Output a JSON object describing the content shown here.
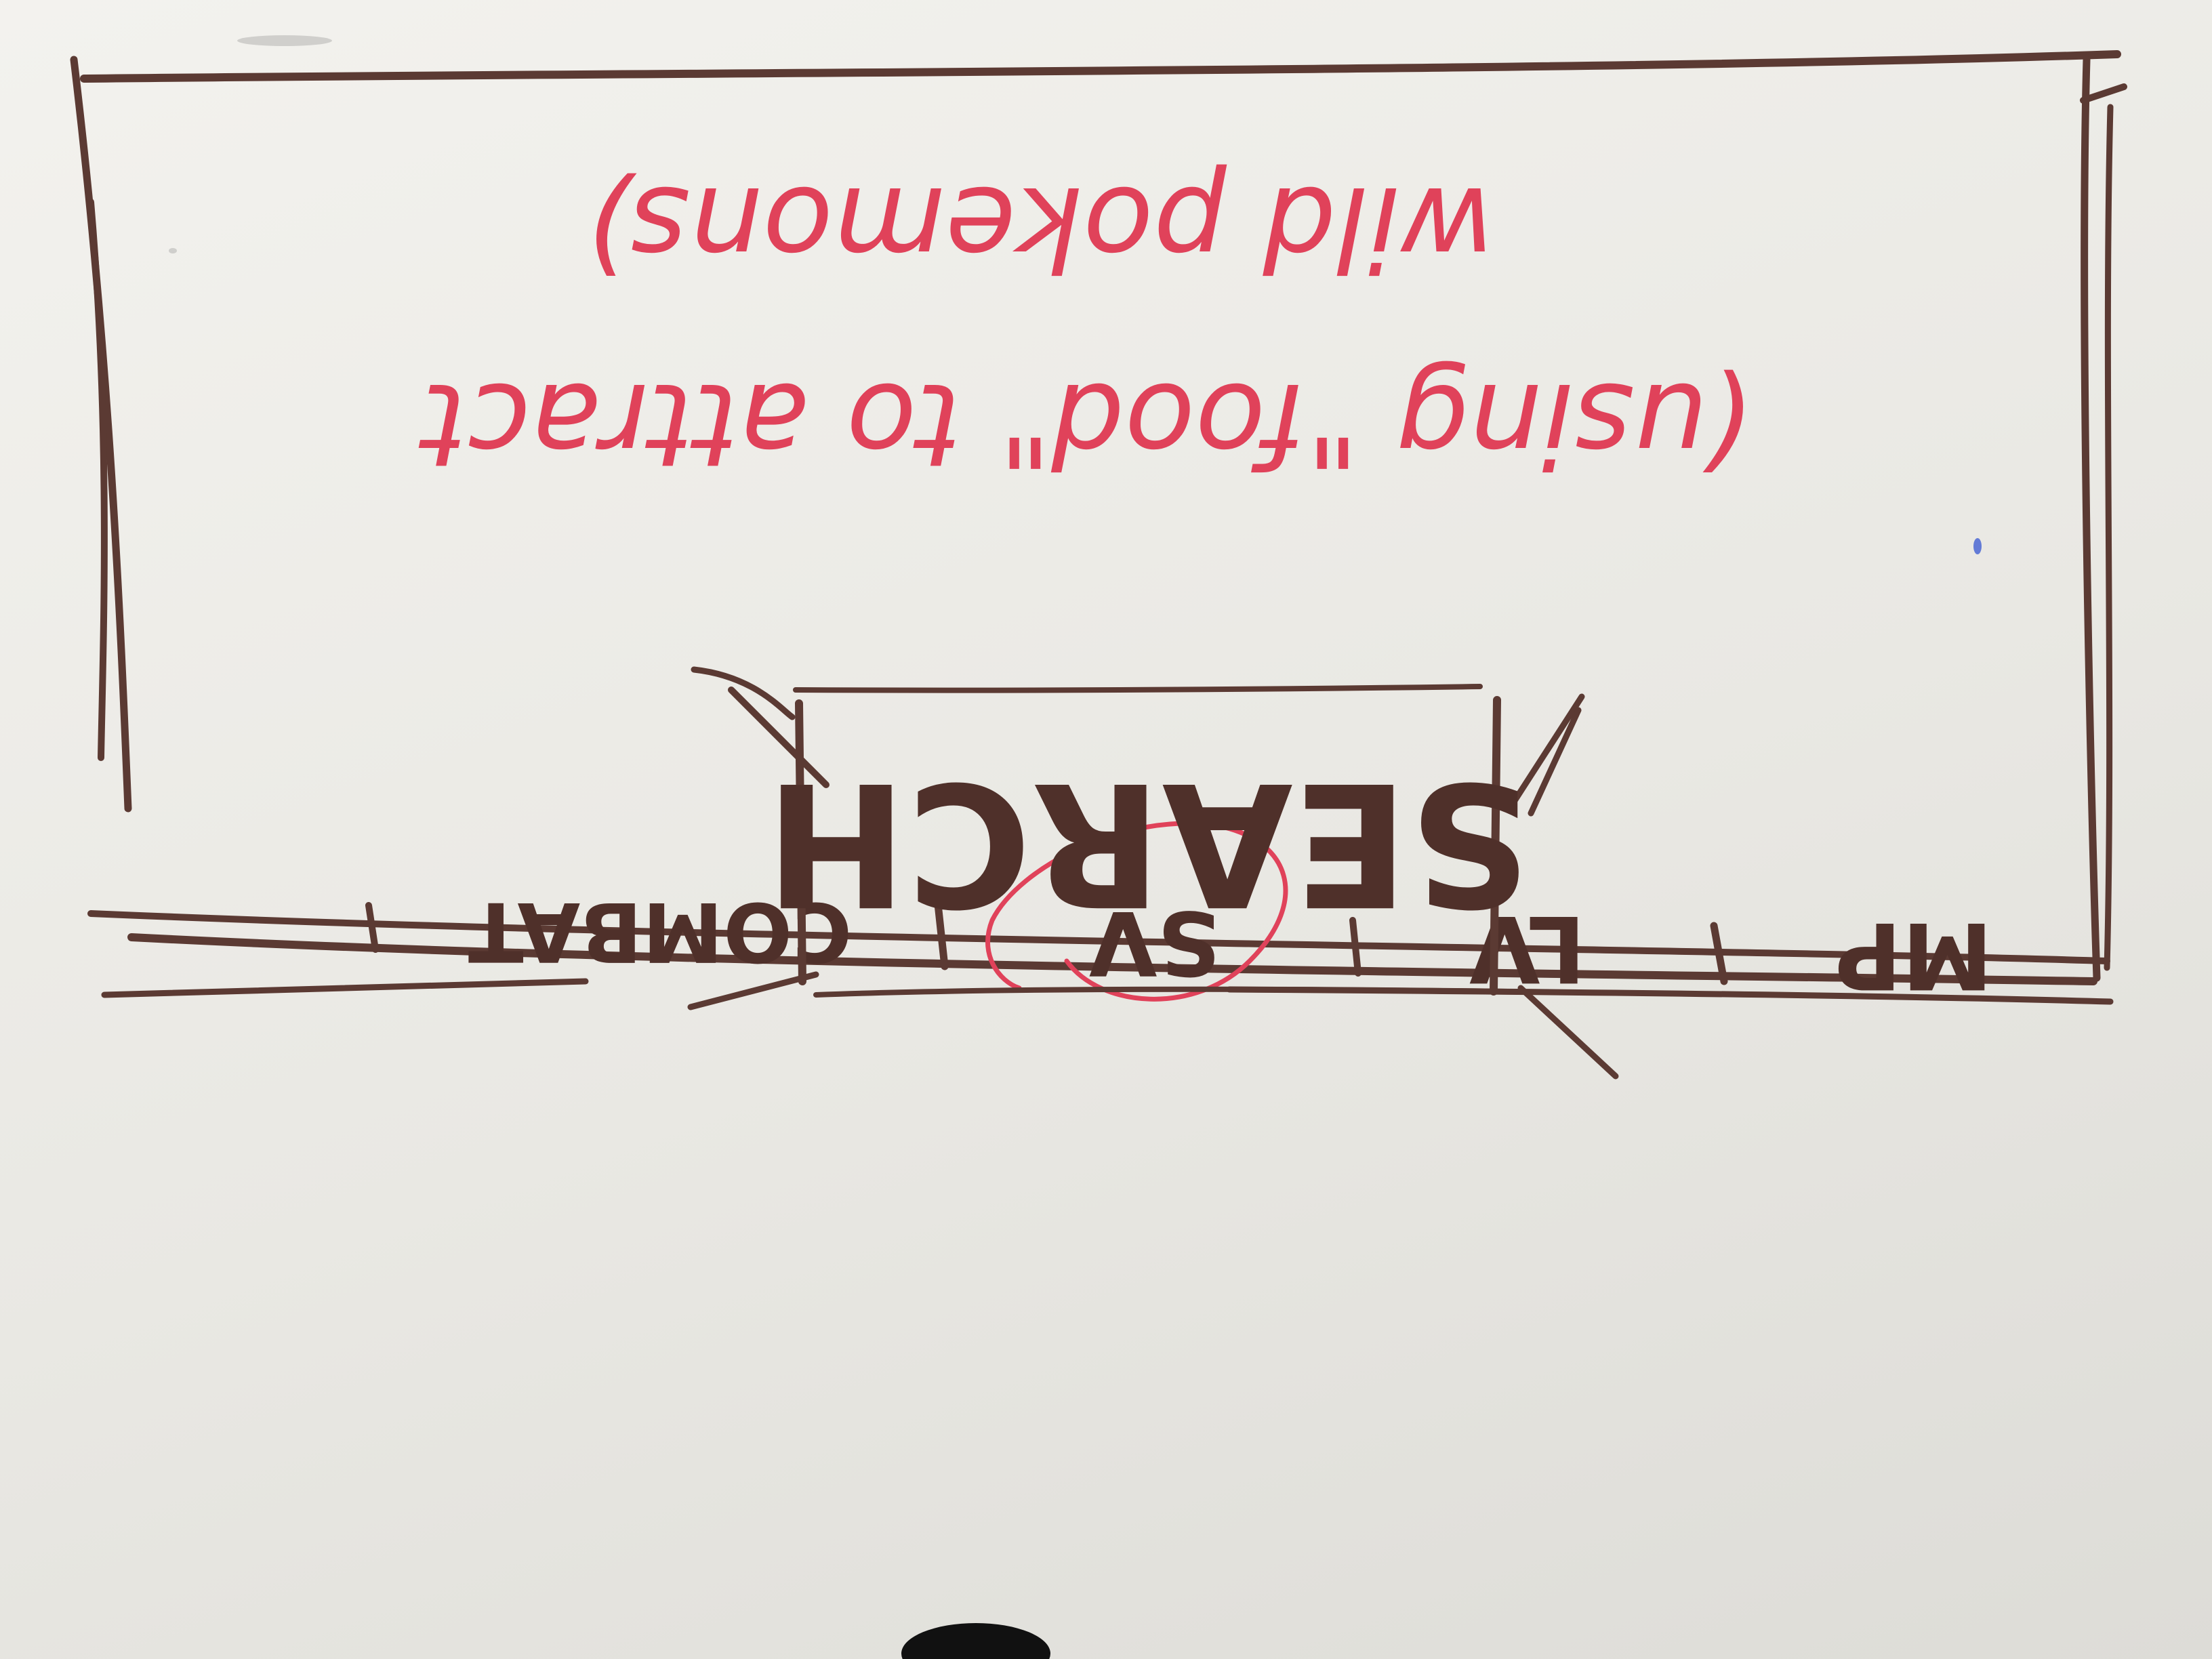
{
  "sketch": {
    "orientation": "upside-down",
    "screen": {
      "search_button": {
        "label": "SEARCH"
      },
      "note": {
        "line1": "(using \"food\" to attract",
        "line2": "wild pokemons)"
      },
      "bottom_nav": {
        "tabs": [
          {
            "label": "MP"
          },
          {
            "label": "LV"
          },
          {
            "label": "SV",
            "selected": true
          },
          {
            "label": "COMBAT"
          }
        ],
        "selected_tab": "SV"
      }
    },
    "colors": {
      "wireframe_marker": "#5b3a33",
      "annotation_marker": "#e0425a",
      "board": "#efeeea"
    }
  }
}
